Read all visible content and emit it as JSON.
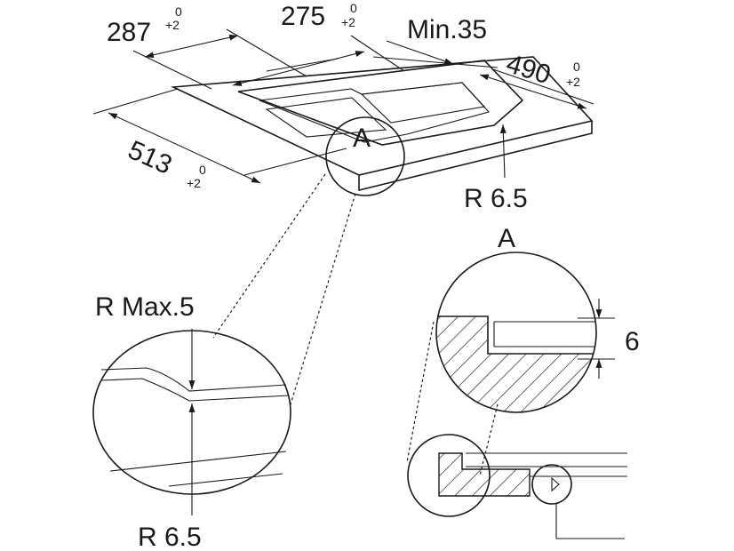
{
  "labels": {
    "dim_287": "287",
    "dim_275": "275",
    "dim_min35": "Min.35",
    "dim_490": "490",
    "dim_513": "513",
    "tol_upper": "0",
    "tol_lower": "+2",
    "callout_a": "A",
    "r65_top": "R 6.5",
    "r_max5": "R Max.5",
    "r65_bottom": "R 6.5",
    "detail_a": "A",
    "dim_6": "6"
  }
}
